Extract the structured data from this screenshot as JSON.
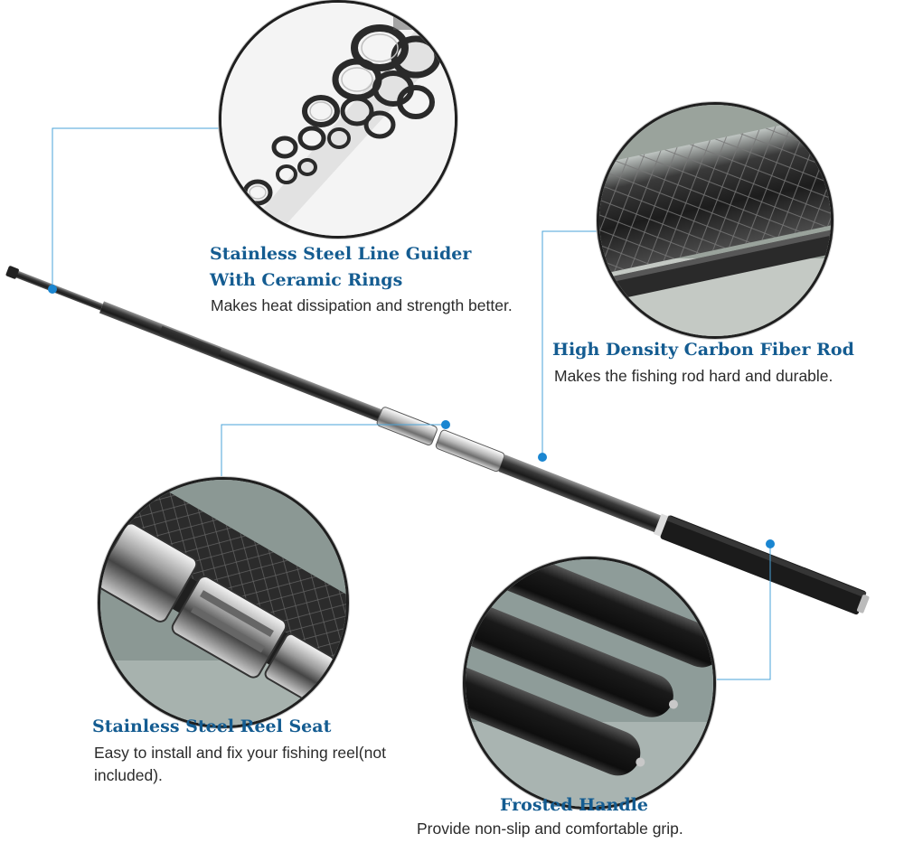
{
  "features": {
    "line_guider": {
      "title_line1": "Stainless Steel Line Guider",
      "title_line2": "With Ceramic Rings",
      "description": "Makes heat dissipation and strength better."
    },
    "carbon_fiber": {
      "title": "High Density Carbon Fiber Rod",
      "description": "Makes the fishing rod hard and durable."
    },
    "reel_seat": {
      "title": "Stainless Steel Reel Seat",
      "description": "Easy to install and fix your fishing reel(not included)."
    },
    "handle": {
      "title": "Frosted Handle",
      "description": "Provide non-slip and comfortable grip."
    }
  },
  "colors": {
    "title_blue": "#145c91",
    "callout_line_blue": "#4aa3d8",
    "callout_dot_blue": "#1a86d1",
    "text_dark": "#2b2b2b"
  }
}
